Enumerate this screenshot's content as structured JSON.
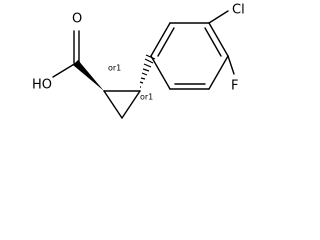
{
  "molecule": {
    "atoms": {
      "hydroxyl": "HO",
      "carbonyl_oxygen": "O",
      "chlorine": "Cl",
      "fluorine": "F"
    },
    "stereo_labels": {
      "c1": "or1",
      "c2": "or1"
    },
    "colors": {
      "bonds": "#000000",
      "text": "#000000",
      "background": "#ffffff"
    }
  }
}
